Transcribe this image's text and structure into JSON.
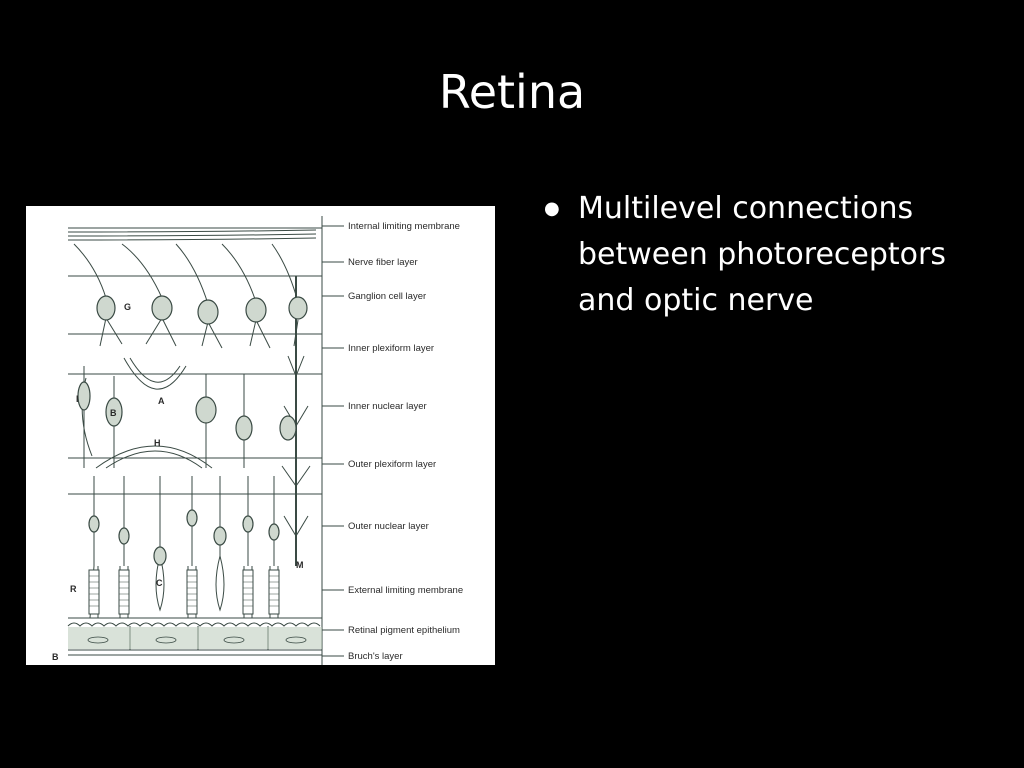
{
  "slide": {
    "title": "Retina",
    "bullets": [
      {
        "text": "Multilevel connections between photoreceptors and optic nerve"
      }
    ]
  },
  "figure": {
    "layer_labels": [
      "Internal limiting membrane",
      "Nerve fiber layer",
      "Ganglion cell layer",
      "Inner plexiform layer",
      "Inner nuclear layer",
      "Outer plexiform layer",
      "Outer nuclear layer",
      "External limiting membrane",
      "Retinal pigment epithelium",
      "Bruch's layer"
    ],
    "cell_letters": {
      "ganglion": "G",
      "interplexiform": "I",
      "bipolar": "B",
      "amacrine": "A",
      "horizontal": "H",
      "muller": "M",
      "rod": "R",
      "cone": "C",
      "bruch": "B"
    },
    "colors": {
      "ink": "#3a4a44",
      "cell_fill": "#cfd8cf",
      "pigment": "#b9cbb9"
    }
  }
}
